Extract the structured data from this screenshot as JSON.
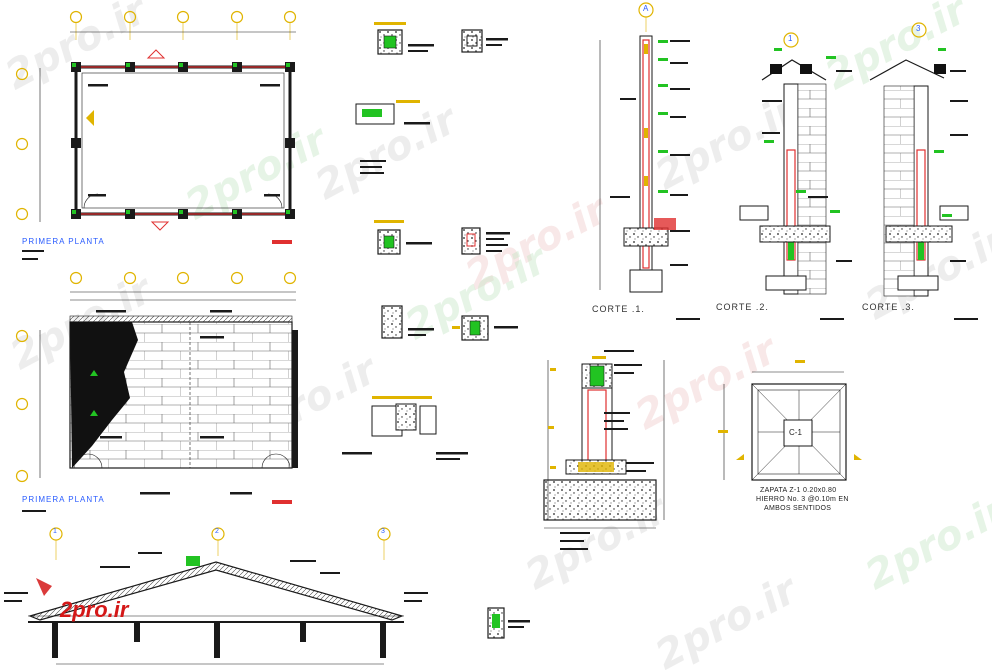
{
  "plans": {
    "plan_top_label": "PRIMERA PLANTA",
    "plan_bottom_label": "PRIMERA PLANTA"
  },
  "sections": {
    "corte_1": "CORTE .1.",
    "corte_2": "CORTE .2.",
    "corte_3": "CORTE .3."
  },
  "footing": {
    "tag": "C-1",
    "note_line1": "ZAPATA Z-1 0.20x0.80",
    "note_line2": "HIERRO No. 3 @0.10m EN",
    "note_line3": "AMBOS SENTIDOS"
  },
  "markers": {
    "section_a": "A",
    "section_1": "1",
    "section_3": "3",
    "roof_axis_1": "1",
    "roof_axis_2": "2",
    "roof_axis_3": "3"
  },
  "watermark": {
    "text": "2pro.ir",
    "logo_text": "2pro.ir"
  },
  "colors": {
    "line": "#1a1a1a",
    "dimension_yellow": "#e0b400",
    "green_callout": "#22c322",
    "red_column": "#e03030",
    "blue_label": "#2a5cff",
    "logo_red": "#d41818"
  }
}
